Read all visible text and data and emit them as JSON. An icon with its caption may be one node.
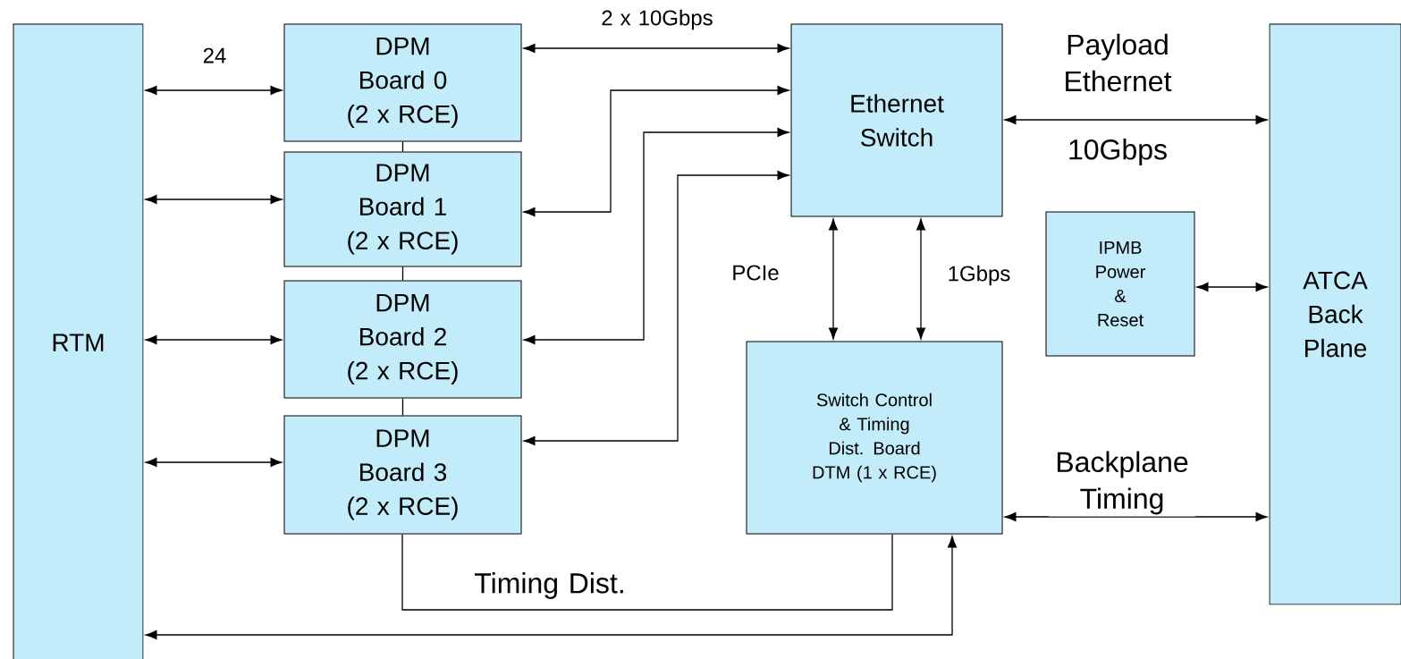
{
  "diagram": {
    "nodes": [
      {
        "text": [
          "RTM"
        ]
      },
      {
        "text": [
          "DPM Board 0 (2 x RCE)"
        ]
      },
      {
        "text": [
          "DPM Board 1 (2 x RCE)"
        ]
      },
      {
        "text": [
          "DPM Board 2 (2 x RCE)"
        ]
      },
      {
        "text": [
          "DPM Board 3 (2 x RCE)"
        ]
      },
      {
        "text": [
          "Ethernet Switch"
        ]
      },
      {
        "text": [
          "IPMB Power & Reset"
        ]
      },
      {
        "text": [
          "Switch Control & Timing",
          "Dist. Board DTM (1 x RCE)"
        ]
      },
      {
        "text": [
          "ATCA Back Plane"
        ]
      }
    ],
    "edges": [
      {
        "from": 0,
        "to": 1,
        "arrow": "both",
        "label": "24"
      },
      {
        "from": 0,
        "to": 2,
        "arrow": "both"
      },
      {
        "from": 0,
        "to": 3,
        "arrow": "both"
      },
      {
        "from": 0,
        "to": 4,
        "arrow": "both"
      },
      {
        "from": 1,
        "to": 5,
        "arrow": "both",
        "label": "2 x 10Gbps"
      },
      {
        "from": 2,
        "to": 5,
        "arrow": "both"
      },
      {
        "from": 3,
        "to": 5,
        "arrow": "both"
      },
      {
        "from": 4,
        "to": 5,
        "arrow": "both"
      },
      {
        "from": 5,
        "to": 8,
        "arrow": "both",
        "label": "Payload Ethernet"
      },
      {
        "from": 5,
        "to": 7,
        "arrow": "both",
        "label": "PCIe"
      },
      {
        "from": 5,
        "to": 7,
        "arrow": "both",
        "label": "1Gbps"
      },
      {
        "from": 6,
        "to": 8,
        "arrow": "both"
      },
      {
        "from": 7,
        "to": 8,
        "arrow": "both",
        "label": "Backplane Timing"
      },
      {
        "from": 4,
        "to": 7,
        "arrow": "none",
        "label": "Timing Dist."
      },
      {
        "from": 0,
        "to": 7,
        "arrow": "both"
      },
      {
        "from": 1,
        "to": 2,
        "arrow": "none"
      },
      {
        "from": 2,
        "to": 3,
        "arrow": "none"
      },
      {
        "from": 3,
        "to": 4,
        "arrow": "none"
      }
    ],
    "labels": [
      "10Gbps"
    ]
  }
}
